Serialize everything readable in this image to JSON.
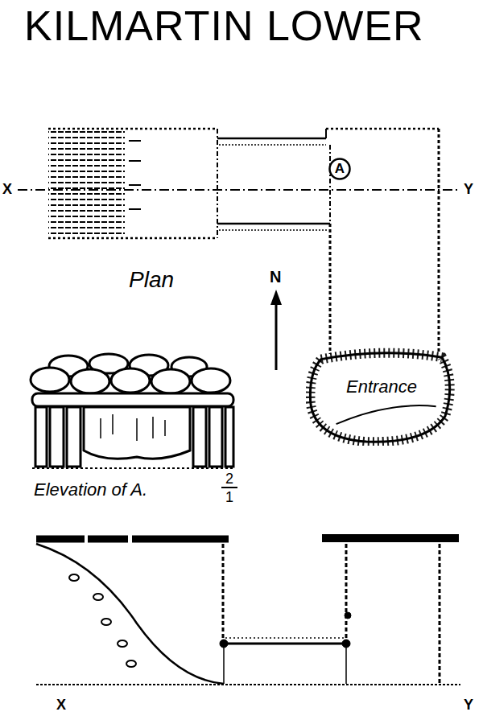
{
  "diagram": {
    "title": "KILMARTIN LOWER",
    "nodes": [
      {
        "text": [
          "Entrance"
        ]
      },
      {
        "text": [
          "A"
        ]
      }
    ],
    "labels": [
      "X",
      "Y",
      "Plan",
      "N",
      "Elevation of A.",
      "2",
      "1",
      "X",
      "Y"
    ]
  }
}
